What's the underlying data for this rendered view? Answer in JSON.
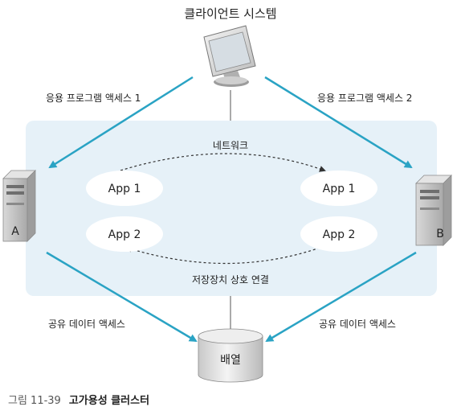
{
  "title": "클라이언트 시스템",
  "labels": {
    "app_access_1": "응용 프로그램 액세스 1",
    "app_access_2": "응용 프로그램 액세스 2",
    "network": "네트워크",
    "interconnect": "저장장치 상호 연결",
    "shared_left": "공유 데이터 액세스",
    "shared_right": "공유 데이터 액세스"
  },
  "nodes": {
    "left_app1": "App 1",
    "left_app2": "App 2",
    "right_app1": "App 1",
    "right_app2": "App 2",
    "server_a": "A",
    "server_b": "B",
    "storage": "배열"
  },
  "caption": {
    "number": "그림 11-39",
    "title": "고가용성 클러스터"
  },
  "colors": {
    "cluster_bg": "#e6f1f8",
    "arrow": "#2aa3c4"
  }
}
